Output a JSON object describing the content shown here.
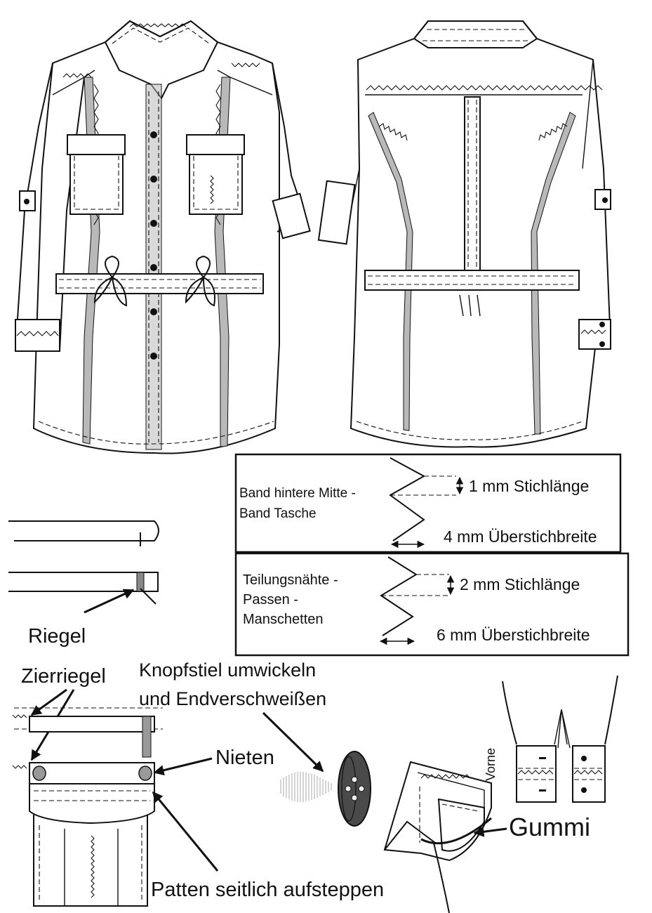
{
  "labels": {
    "riegel": "Riegel",
    "zierriegel": "Zierriegel",
    "knopfstiel_line1": "Knopfstiel umwickeln",
    "knopfstiel_line2": "und Endverschweißen",
    "nieten": "Nieten",
    "patten": "Patten seitlich aufsteppen",
    "gummi": "Gummi",
    "vorne": "Vorne"
  },
  "legend_box_1": {
    "name_line1": "Band hintere Mitte -",
    "name_line2": "Band Tasche",
    "stitch_length": "1 mm Stichlänge",
    "overstitch_width": "4 mm Überstichbreite"
  },
  "legend_box_2": {
    "name_line1": "Teilungsnähte -",
    "name_line2": "Passen -",
    "name_line3": "Manschetten",
    "stitch_length": "2 mm Stichlänge",
    "overstitch_width": "6 mm Überstichbreite"
  },
  "colors": {
    "ink": "#111111",
    "tape_gray": "#b9b9b9",
    "button_dark": "#4a4a4a"
  }
}
